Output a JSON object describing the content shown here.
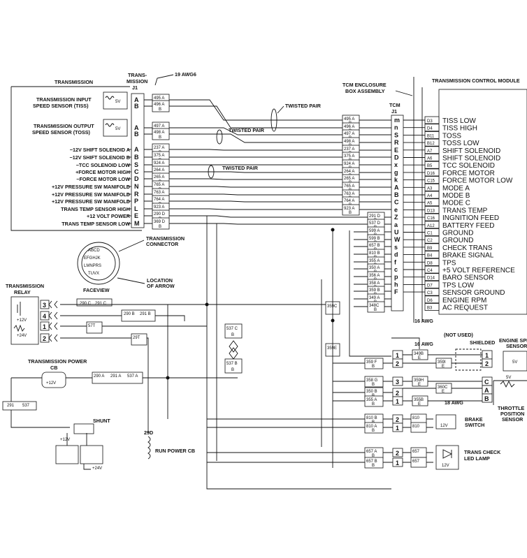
{
  "labels": {
    "transmission": "TRANSMISSION",
    "trans_mission_j1": [
      "TRANS-",
      "MISSION",
      "J1"
    ],
    "awg19": "19 AWG6",
    "tcm_enclosure": [
      "TCM ENCLOSURE",
      "BOX ASSEMBLY"
    ],
    "tcm_j1": [
      "TCM",
      "J1"
    ],
    "tcm_module": "TRANSMISSION CONTROL MODULE",
    "twisted_pair_1": "TWISTED PAIR",
    "twisted_pair_2": "TWISTED PAIR",
    "twisted_pair_3": "TWISTED PAIR",
    "tiss_sensor": [
      "TRANSMISSION INPUT",
      "SPEED SENSOR (TISS)"
    ],
    "toss_sensor": [
      "TRANSMISSION OUTPUT",
      "SPEED SENSOR (TOSS)"
    ],
    "sensor_5v_1": "5V",
    "sensor_5v_2": "5V",
    "trans_connector": [
      "TRANSMISSION",
      "CONNECTOR"
    ],
    "faceview": "FACEVIEW",
    "location_arrow": [
      "LOCATION",
      "OF ARROW"
    ],
    "connector_face": [
      "ABCD",
      "EFGHJK",
      "LMNPRS",
      "TUVX"
    ],
    "trans_relay": [
      "TRANSMISSION",
      "RELAY"
    ],
    "relay_12v": "+12V",
    "relay_24v": "+24V",
    "relay_pins": [
      "3",
      "4",
      "1",
      "2"
    ],
    "power_cb": [
      "TRANSMISSION POWER",
      "CB"
    ],
    "cb_12v": "+12V",
    "shunt": "SHUNT",
    "bat_12v": "+12V",
    "bat_24v": "+24V",
    "run_power_cb": "RUN POWER CB",
    "d29": "29D",
    "awg16_a": "16 AWG",
    "awg16_b": "16 AWG",
    "awg18": "18 AWG",
    "not_used": "(NOT USED)",
    "shielded": "SHIELDED",
    "engine_speed_sensor": [
      "ENGINE SPEED",
      "SENSOR"
    ],
    "es_5v": "5V",
    "tps_5v": "5V",
    "tps_sensor": [
      "THROTTLE",
      "POSITION",
      "SENSOR"
    ],
    "brake_switch": [
      "BRAKE",
      "SWITCH"
    ],
    "brake_12v": "12V",
    "check_lamp": [
      "TRANS CHECK",
      "LED LAMP"
    ],
    "lamp_12v": "12V",
    "wire_291_537": [
      "291",
      "537"
    ],
    "b": "B"
  },
  "trans_pins": [
    {
      "pin": "A",
      "label": ""
    },
    {
      "pin": "B",
      "label": ""
    },
    {
      "pin": "A",
      "label": ""
    },
    {
      "pin": "B",
      "label": ""
    },
    {
      "pin": "A",
      "label": "−12V SHIFT SOLENOID A"
    },
    {
      "pin": "B",
      "label": "−12V SHIFT SOLENOID B"
    },
    {
      "pin": "S",
      "label": "−TCC SOLENOID LOW"
    },
    {
      "pin": "C",
      "label": "+FORCE MOTOR HIGH"
    },
    {
      "pin": "D",
      "label": "−FORCE MOTOR LOW"
    },
    {
      "pin": "N",
      "label": "+12V PRESSURE SW MANIFOLD"
    },
    {
      "pin": "R",
      "label": "+12V PRESSURE SW MANIFOLD"
    },
    {
      "pin": "P",
      "label": "+12V PRESSURE SW MANIFOLD"
    },
    {
      "pin": "L",
      "label": "TRANS TEMP SENSOR HIGH"
    },
    {
      "pin": "E",
      "label": "+12 VOLT POWER"
    },
    {
      "pin": "M",
      "label": "TRANS TEMP SENSOR LOW"
    }
  ],
  "trans_wires": [
    "495 A",
    "496 A",
    "497 A",
    "498 A",
    "237 A",
    "375 A",
    "924 A",
    "264 A",
    "265 A",
    "765 A",
    "763 A",
    "764 A",
    "923 A",
    "290 D",
    "369 D"
  ],
  "tcm_wires": [
    "495 A",
    "496 A",
    "497 A",
    "498 A",
    "237 A",
    "375 A",
    "924 A",
    "264 A",
    "265 A",
    "765 A",
    "763 A",
    "764 A",
    "923 A",
    "291 D",
    "537 D",
    "599 A",
    "599 B",
    "657 B",
    "810 B",
    "355 A",
    "350 A",
    "356 A",
    "358 A",
    "359 B",
    "349 A",
    "348C"
  ],
  "tcm_j1_pins": [
    "m",
    "n",
    "S",
    "R",
    "E",
    "D",
    "x",
    "g",
    "k",
    "A",
    "B",
    "C",
    "e",
    "Z",
    "a",
    "U",
    "W",
    "s",
    "d",
    "f",
    "c",
    "p",
    "h",
    "F"
  ],
  "tcm_functions": [
    {
      "pin": "D3",
      "label": "TISS LOW"
    },
    {
      "pin": "D4",
      "label": "TISS HIGH"
    },
    {
      "pin": "B11",
      "label": "TOSS"
    },
    {
      "pin": "B12",
      "label": "TOSS LOW"
    },
    {
      "pin": "A7",
      "label": "SHIFT SOLENOID"
    },
    {
      "pin": "A6",
      "label": "SHIFT SOLENOID"
    },
    {
      "pin": "B5",
      "label": "TCC SOLENOID"
    },
    {
      "pin": "D16",
      "label": "FORCE MOTOR"
    },
    {
      "pin": "C15",
      "label": "FORCE MOTOR LOW"
    },
    {
      "pin": "A3",
      "label": "MODE A"
    },
    {
      "pin": "A4",
      "label": "MODE B"
    },
    {
      "pin": "A5",
      "label": "MODE C"
    },
    {
      "pin": "D13",
      "label": "TRANS TEMP"
    },
    {
      "pin": "C16",
      "label": "INGNITION FEED"
    },
    {
      "pin": "A12",
      "label": "BATTERY FEED"
    },
    {
      "pin": "C1",
      "label": "GROUND"
    },
    {
      "pin": "C2",
      "label": "GROUND"
    },
    {
      "pin": "B9",
      "label": "CHECK TRANS"
    },
    {
      "pin": "B4",
      "label": "BRAKE SIGNAL"
    },
    {
      "pin": "D8",
      "label": "TPS"
    },
    {
      "pin": "C4",
      "label": "+5 VOLT REFERENCE"
    },
    {
      "pin": "D14",
      "label": "BARO SENSOR"
    },
    {
      "pin": "D7",
      "label": "TPS LOW"
    },
    {
      "pin": "C3",
      "label": "SENSOR GROUND"
    },
    {
      "pin": "D6",
      "label": "ENGINE RPM"
    },
    {
      "pin": "B3",
      "label": "AC REQUEST"
    }
  ],
  "relay_wires": [
    "290 C",
    "291 C",
    "290 B",
    "291 B",
    "57T",
    "29T"
  ],
  "cb_wires": [
    "290 A",
    "291 A",
    "537 A"
  ],
  "splice_wires": [
    "537 C",
    "537 B",
    "359C",
    "359E"
  ],
  "lower_wires": [
    "359 F",
    "358 G",
    "350 B",
    "355 A",
    "810 B",
    "810 A",
    "657 A",
    "657 B"
  ],
  "lower_conn_pins": [
    "1",
    "2",
    "3",
    "2",
    "1",
    "2",
    "1",
    "2",
    "1"
  ],
  "right_wires": [
    "349B",
    "359I",
    "359H",
    "360C",
    "355B",
    "810",
    "810",
    "657",
    "657"
  ],
  "right_wire_suffix": [
    "E",
    "E",
    "E",
    "E",
    "E"
  ],
  "es_pins": [
    "1",
    "2"
  ],
  "tps_pins": [
    "C",
    "A",
    "B"
  ]
}
